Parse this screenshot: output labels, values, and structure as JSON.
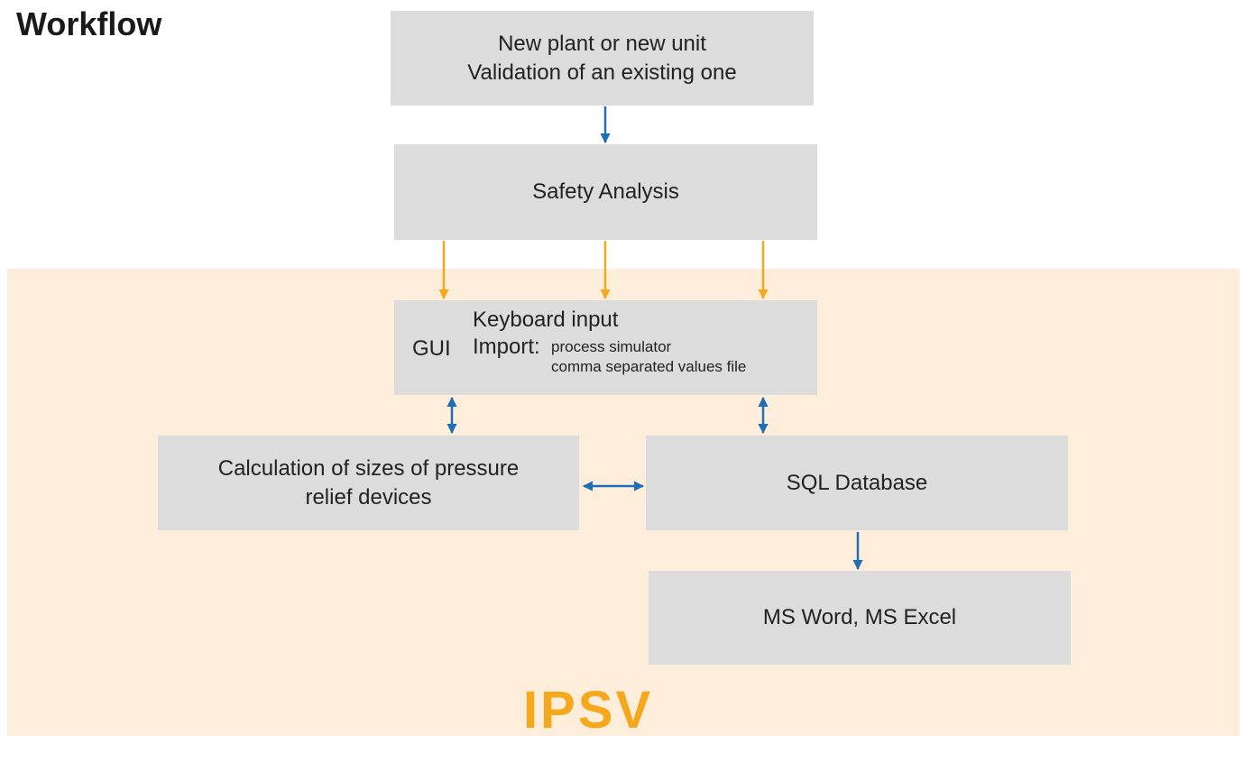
{
  "title": "Workflow",
  "nodes": {
    "start": {
      "line1": "New plant or new unit",
      "line2": "Validation of an existing one"
    },
    "safety": {
      "label": "Safety Analysis"
    },
    "gui": {
      "label": "GUI",
      "keyboard": "Keyboard input",
      "import_label": "Import:",
      "import_items": [
        "process simulator",
        "comma separated values file"
      ]
    },
    "calc": {
      "line1": "Calculation of sizes of pressure",
      "line2": "relief devices"
    },
    "sql": {
      "label": "SQL Database"
    },
    "office": {
      "label": "MS Word, MS Excel"
    }
  },
  "logo": "IPSV",
  "colors": {
    "box": "#dcdcdc",
    "zone": "#fdeedb",
    "arrow_blue": "#1f6fb5",
    "arrow_orange": "#f5a81c",
    "logo": "#f5a81c"
  }
}
